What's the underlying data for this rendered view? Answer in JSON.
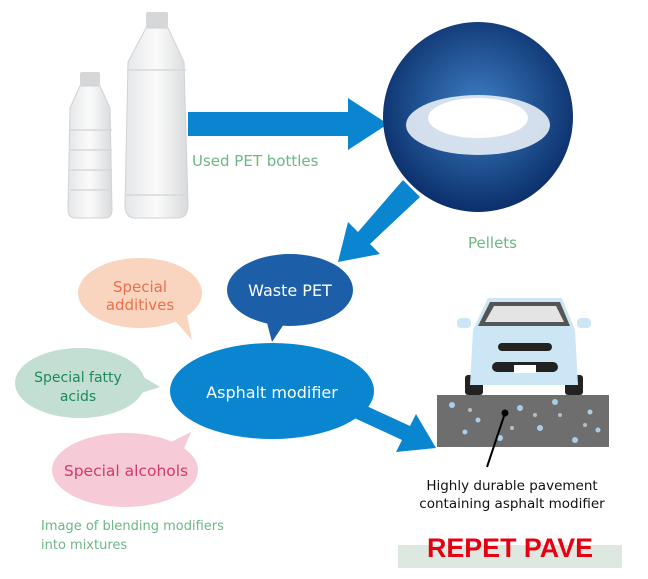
{
  "labels": {
    "used_pet_bottles": "Used PET bottles",
    "pellets": "Pellets",
    "waste_pet": "Waste PET",
    "special_additives": [
      "Special",
      "additives"
    ],
    "special_fatty_acids": [
      "Special fatty",
      "acids"
    ],
    "asphalt_modifier": "Asphalt modifier",
    "special_alcohols": "Special alcohols",
    "caption": [
      "Image of blending modifiers",
      "into mixtures"
    ],
    "pavement": [
      "Highly durable pavement",
      "containing asphalt modifier"
    ],
    "brand": "REPET PAVE"
  },
  "colors": {
    "arrow": "#0a86d0",
    "waste_pet": "#1c5fa8",
    "asphalt_modifier": "#0a86d0",
    "additives_bg": "#f9d5bf",
    "additives_text": "#e8704f",
    "fatty_bg": "#c3ded2",
    "fatty_text": "#1d8a5a",
    "alcohols_bg": "#f6cad7",
    "alcohols_text": "#d23a6b",
    "green_text": "#6cb784",
    "brand_red": "#e60012"
  }
}
